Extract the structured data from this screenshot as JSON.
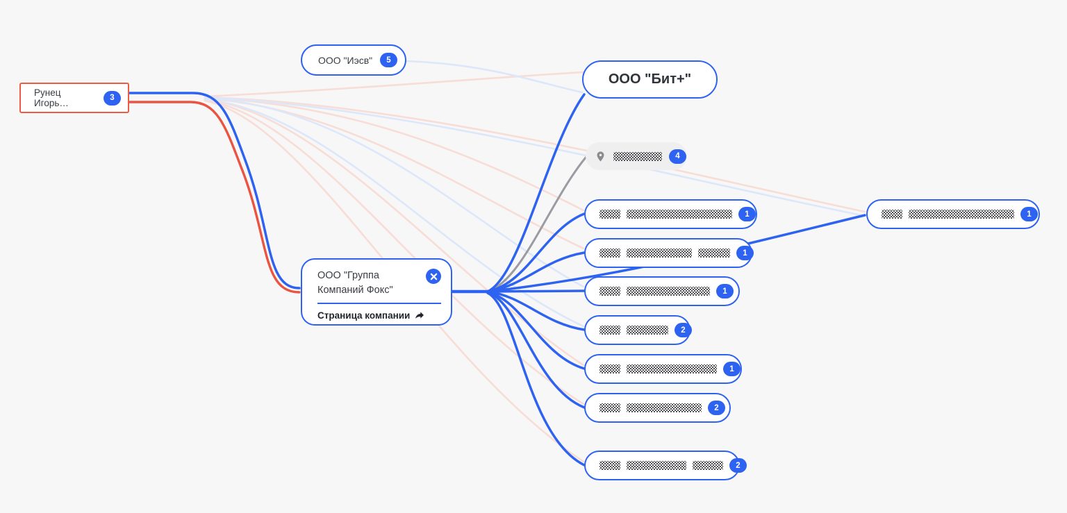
{
  "graph": {
    "background": "#f7f7f8"
  },
  "colors": {
    "accent_blue": "#2e63f1",
    "edge_blue": "#2e63f1",
    "edge_red": "#ea5440",
    "edge_gray": "#9a9ca1",
    "dim_pink": "#f7ddd6",
    "dim_blue": "#dde7fa",
    "badge_bg": "#2e63f1",
    "person_border": "#ee5b45",
    "text": "#383c42"
  },
  "nodes": {
    "person": {
      "label": "Рунец Игорь…",
      "badge": "3"
    },
    "iesv": {
      "label": "ООО \"Иэсв\"",
      "badge": "5"
    },
    "bit_plus": {
      "label": "ООО \"Бит+\""
    },
    "location": {
      "badge": "4",
      "redacted": [
        70
      ],
      "icon": "location-pin-icon"
    },
    "fox": {
      "title": "ООО \"Группа Компаний Фокс\"",
      "link_label": "Страница компании"
    },
    "r1": {
      "badge": "1",
      "redacted": [
        30,
        152
      ]
    },
    "r2": {
      "badge": "1",
      "redacted": [
        30,
        94,
        46
      ]
    },
    "r3": {
      "badge": "1",
      "redacted": [
        30,
        120
      ]
    },
    "r4": {
      "badge": "2",
      "redacted": [
        30,
        60
      ]
    },
    "r5": {
      "badge": "1",
      "redacted": [
        30,
        130
      ]
    },
    "r6": {
      "badge": "2",
      "redacted": [
        30,
        108
      ]
    },
    "r7": {
      "badge": "2",
      "redacted": [
        30,
        86,
        44
      ]
    },
    "far": {
      "badge": "1",
      "redacted": [
        30,
        152
      ]
    }
  }
}
